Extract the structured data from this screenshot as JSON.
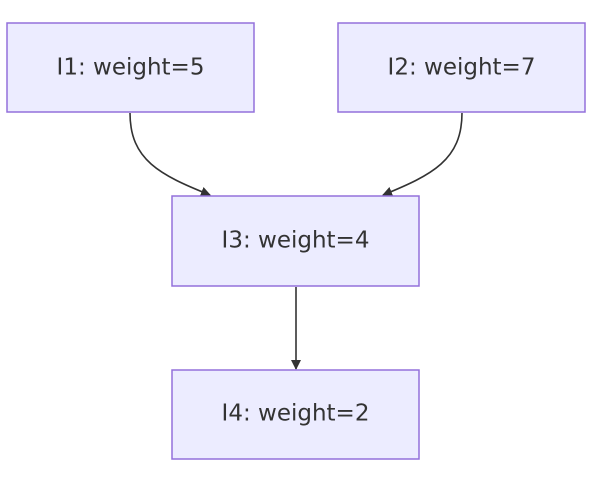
{
  "diagram": {
    "nodes": [
      {
        "id": "I1",
        "label": "I1: weight=5"
      },
      {
        "id": "I2",
        "label": "I2: weight=7"
      },
      {
        "id": "I3",
        "label": "I3: weight=4"
      },
      {
        "id": "I4",
        "label": "I4: weight=2"
      }
    ],
    "edges": [
      {
        "from": "I1",
        "to": "I3"
      },
      {
        "from": "I2",
        "to": "I3"
      },
      {
        "from": "I3",
        "to": "I4"
      }
    ],
    "colors": {
      "node_fill": "#ececff",
      "node_border": "#9370db",
      "edge": "#333333",
      "text": "#333333"
    }
  }
}
